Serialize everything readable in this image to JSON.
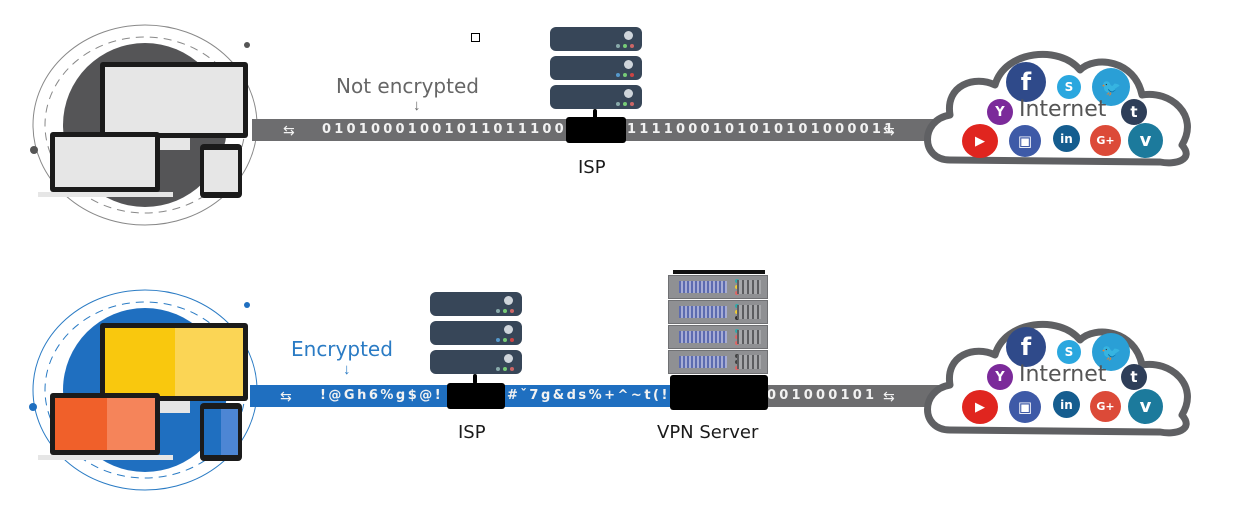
{
  "top_row": {
    "label": "Not encrypted",
    "bits_left": "0101000100101101110000",
    "bits_right": "1111000101010101000011",
    "node_label": "ISP",
    "bar_color": "#6d6d6f",
    "device_circle_color": "#555557",
    "arrow_glyph": "⇆"
  },
  "bottom_row": {
    "label": "Encrypted",
    "bits_left": "!@Gh6%g$@!",
    "bits_middle": "#ˇ7g&ds%+^~t(!=",
    "bits_right": "001000101",
    "isp_label": "ISP",
    "vpn_label": "VPN Server",
    "bar_color": "#1f6fc0",
    "bar_after_vpn_color": "#6d6d6f",
    "label_color": "#2a7bc4",
    "device_circle_color": "#1f6fc0",
    "monitor_color": "#f9c80e",
    "laptop_color": "#f26b3a",
    "tablet_color": "#2c6fc4",
    "arrow_glyph": "⇆"
  },
  "cloud": {
    "label": "Internet",
    "icons": [
      {
        "name": "facebook",
        "glyph": "f",
        "color": "#2f4a8a"
      },
      {
        "name": "skype",
        "glyph": "S",
        "color": "#2aa7df"
      },
      {
        "name": "twitter",
        "glyph": "🐦",
        "color": "#2a9fd6"
      },
      {
        "name": "yahoo",
        "glyph": "Y",
        "color": "#7b2a9a"
      },
      {
        "name": "tumblr",
        "glyph": "t",
        "color": "#2e3e58"
      },
      {
        "name": "youtube",
        "glyph": "▶",
        "color": "#e0251f"
      },
      {
        "name": "instagram",
        "glyph": "▣",
        "color": "#3e5aa7"
      },
      {
        "name": "linkedin",
        "glyph": "in",
        "color": "#155d8f"
      },
      {
        "name": "google-plus",
        "glyph": "G+",
        "color": "#dc4a38"
      },
      {
        "name": "vimeo",
        "glyph": "v",
        "color": "#1c7a9c"
      }
    ]
  }
}
